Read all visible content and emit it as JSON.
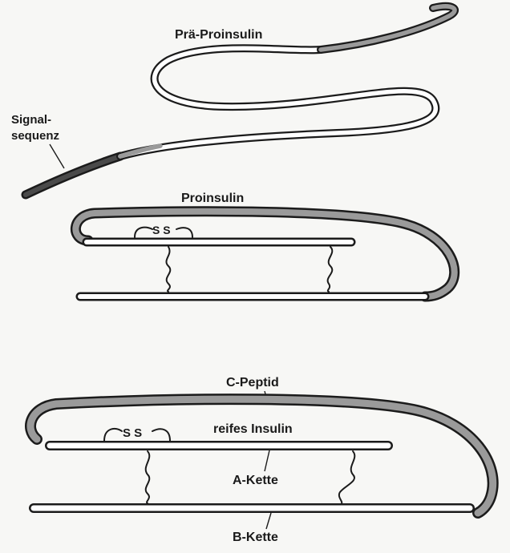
{
  "labels": {
    "prae_proinsulin": "Prä-Proinsulin",
    "signal_line1": "Signal-",
    "signal_line2": "sequenz",
    "proinsulin": "Proinsulin",
    "c_peptid": "C-Peptid",
    "reifes_insulin": "reifes Insulin",
    "a_kette": "A-Kette",
    "b_kette": "B-Kette",
    "disulfide": "S S"
  },
  "colors": {
    "outline": "#1b1b1b",
    "chain_fill": "#ffffff",
    "c_peptide_fill": "#9a9a9a",
    "signal_fill": "#4a4a4a",
    "background": "#f7f7f5"
  }
}
